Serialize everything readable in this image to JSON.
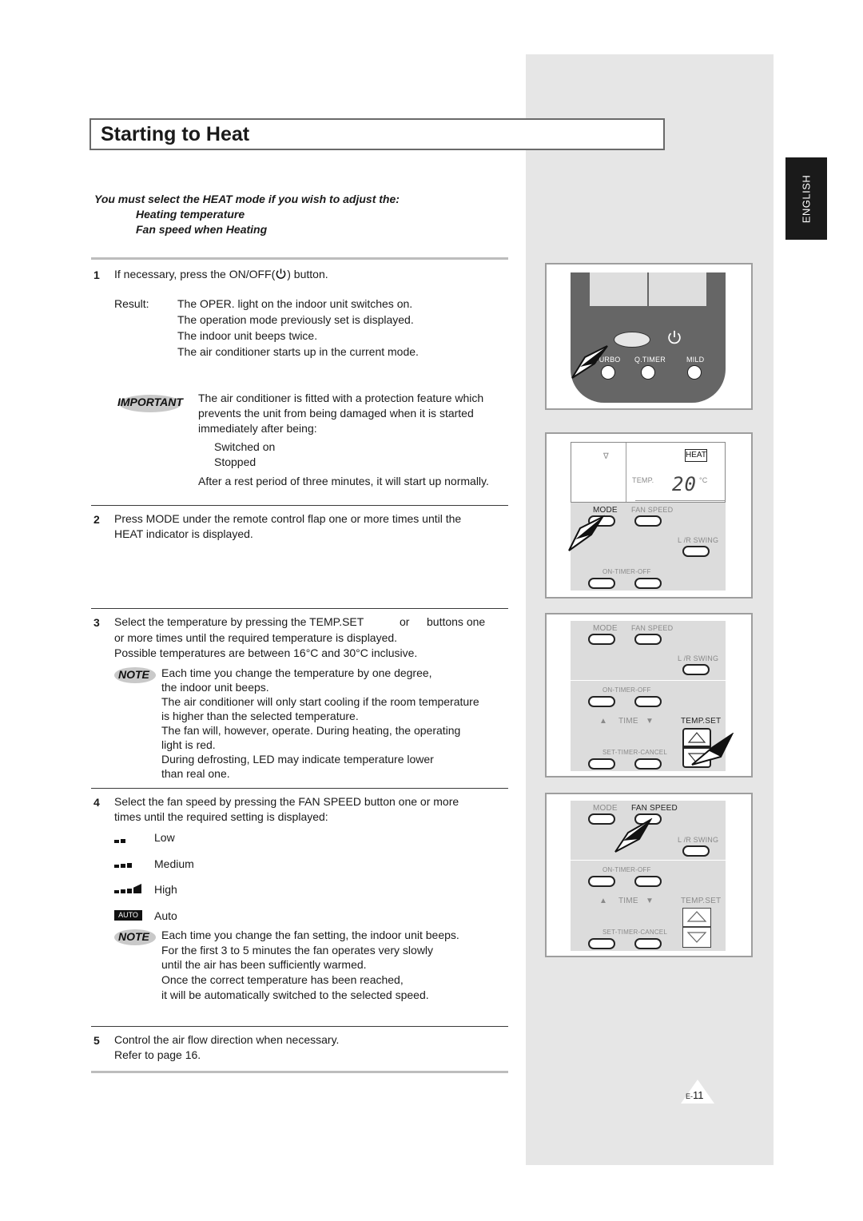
{
  "side_tab": {
    "language": "ENGLISH"
  },
  "title": "Starting to Heat",
  "intro": {
    "line1": "You must select the HEAT mode if you wish to adjust the:",
    "line2": "Heating temperature",
    "line3": "Fan speed when Heating"
  },
  "step1": {
    "number": "1",
    "text_before": "If necessary, press the ON/OFF(",
    "text_after": ") button.",
    "result_label": "Result:",
    "results": [
      "The OPER. light on the indoor unit switches on.",
      "The operation mode previously set is displayed.",
      "The indoor unit beeps twice.",
      "The air conditioner starts up in the current mode."
    ],
    "important_badge": "IMPORTANT",
    "important_lines": [
      "The air conditioner is fitted with a protection feature which",
      "prevents the unit from being damaged when it is started",
      "immediately after being:"
    ],
    "important_items": [
      "Switched on",
      "Stopped"
    ],
    "important_footer": "After a rest period of three minutes, it will start up normally."
  },
  "step2": {
    "number": "2",
    "lines": [
      "Press MODE under the remote control flap one or more times until the",
      "HEAT indicator is displayed."
    ]
  },
  "step3": {
    "number": "3",
    "line1_a": "Select the temperature by pressing the TEMP.SET",
    "line1_b": "or",
    "line1_c": "buttons one",
    "line2": "or more times until the required temperature is displayed.",
    "line3": "Possible temperatures are between 16°C and 30°C inclusive.",
    "note_badge": "NOTE",
    "note_lines": [
      "Each time you change the temperature by one degree,",
      "the indoor unit beeps.",
      "The air conditioner will only start cooling if the room temperature",
      "is higher than the selected temperature.",
      "The fan will, however, operate. During heating, the operating",
      "light is red.",
      "During defrosting, LED may indicate temperature lower",
      "than real one."
    ]
  },
  "step4": {
    "number": "4",
    "lines": [
      "Select the fan speed by pressing the FAN SPEED button one or more",
      "times until the required setting is displayed:"
    ],
    "speeds": [
      "Low",
      "Medium",
      "High",
      "Auto"
    ],
    "auto_badge": "AUTO",
    "note_badge": "NOTE",
    "note_lines": [
      "Each time you change the fan setting, the indoor unit beeps.",
      "For the first 3 to 5 minutes the fan operates very slowly",
      "until the air has been sufficiently warmed.",
      "Once the correct temperature has been reached,",
      "it will be automatically switched to the selected speed."
    ]
  },
  "step5": {
    "number": "5",
    "lines": [
      "Control the air flow direction when necessary.",
      "Refer to page 16."
    ]
  },
  "remote1": {
    "turbo": "TURBO",
    "qtimer": "Q.TIMER",
    "mild": "MILD"
  },
  "remote2": {
    "heat": "HEAT",
    "temp": "TEMP.",
    "temp_value": "20",
    "unit": "°C",
    "mode": "MODE",
    "fan_speed": "FAN SPEED",
    "lr_swing": "L /R SWING",
    "on_timer_off": "ON-TIMER-OFF"
  },
  "remote3": {
    "mode": "MODE",
    "fan_speed": "FAN SPEED",
    "lr_swing": "L /R SWING",
    "on_timer_off": "ON-TIMER-OFF",
    "time": "TIME",
    "temp_set": "TEMP.SET",
    "set_timer_cancel": "SET-TIMER-CANCEL"
  },
  "remote4": {
    "mode": "MODE",
    "fan_speed": "FAN SPEED",
    "lr_swing": "L /R SWING",
    "on_timer_off": "ON-TIMER-OFF",
    "time": "TIME",
    "temp_set": "TEMP.SET",
    "set_timer_cancel": "SET-TIMER-CANCEL"
  },
  "page": {
    "prefix": "E-",
    "number": "11"
  }
}
